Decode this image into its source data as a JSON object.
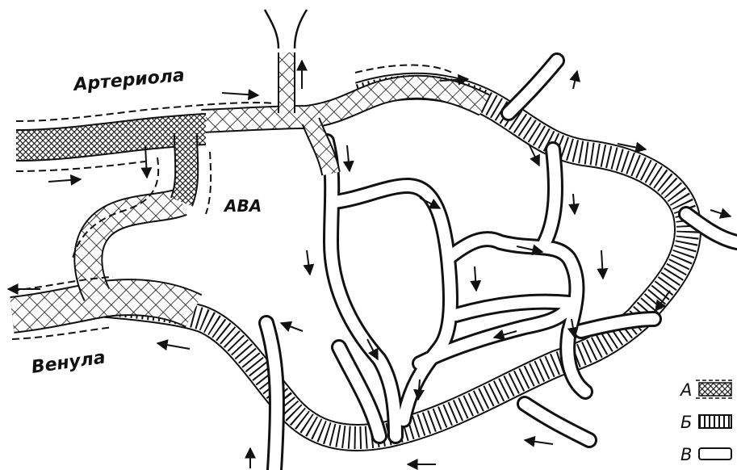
{
  "labels": {
    "arteriole": "Артериола",
    "venule": "Венула",
    "ava": "АВА"
  },
  "legend": [
    {
      "key": "А",
      "pattern": "dense-crosshatch"
    },
    {
      "key": "Б",
      "pattern": "ribbed"
    },
    {
      "key": "В",
      "pattern": "plain"
    }
  ],
  "colors": {
    "ink": "#111111",
    "background": "#ffffff"
  }
}
